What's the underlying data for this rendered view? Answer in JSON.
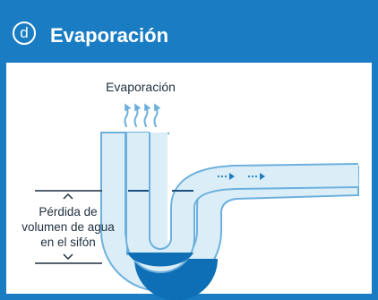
{
  "header": {
    "badge": "d",
    "title": "Evaporación"
  },
  "diagram": {
    "evaporation_label": "Evaporación",
    "loss_label_lines": [
      "Pérdida de",
      "volumen de agua",
      "en el sifón"
    ],
    "colors": {
      "accent": "#1a7dc4",
      "pipe_fill": "#dbeef8",
      "pipe_stroke": "#6db0dd",
      "water": "#0e6fb6",
      "text": "#1f2f3f"
    },
    "icons": [
      "evaporation-arrows-icon",
      "flow-arrow-icon",
      "chevron-up-icon",
      "chevron-down-icon"
    ]
  }
}
